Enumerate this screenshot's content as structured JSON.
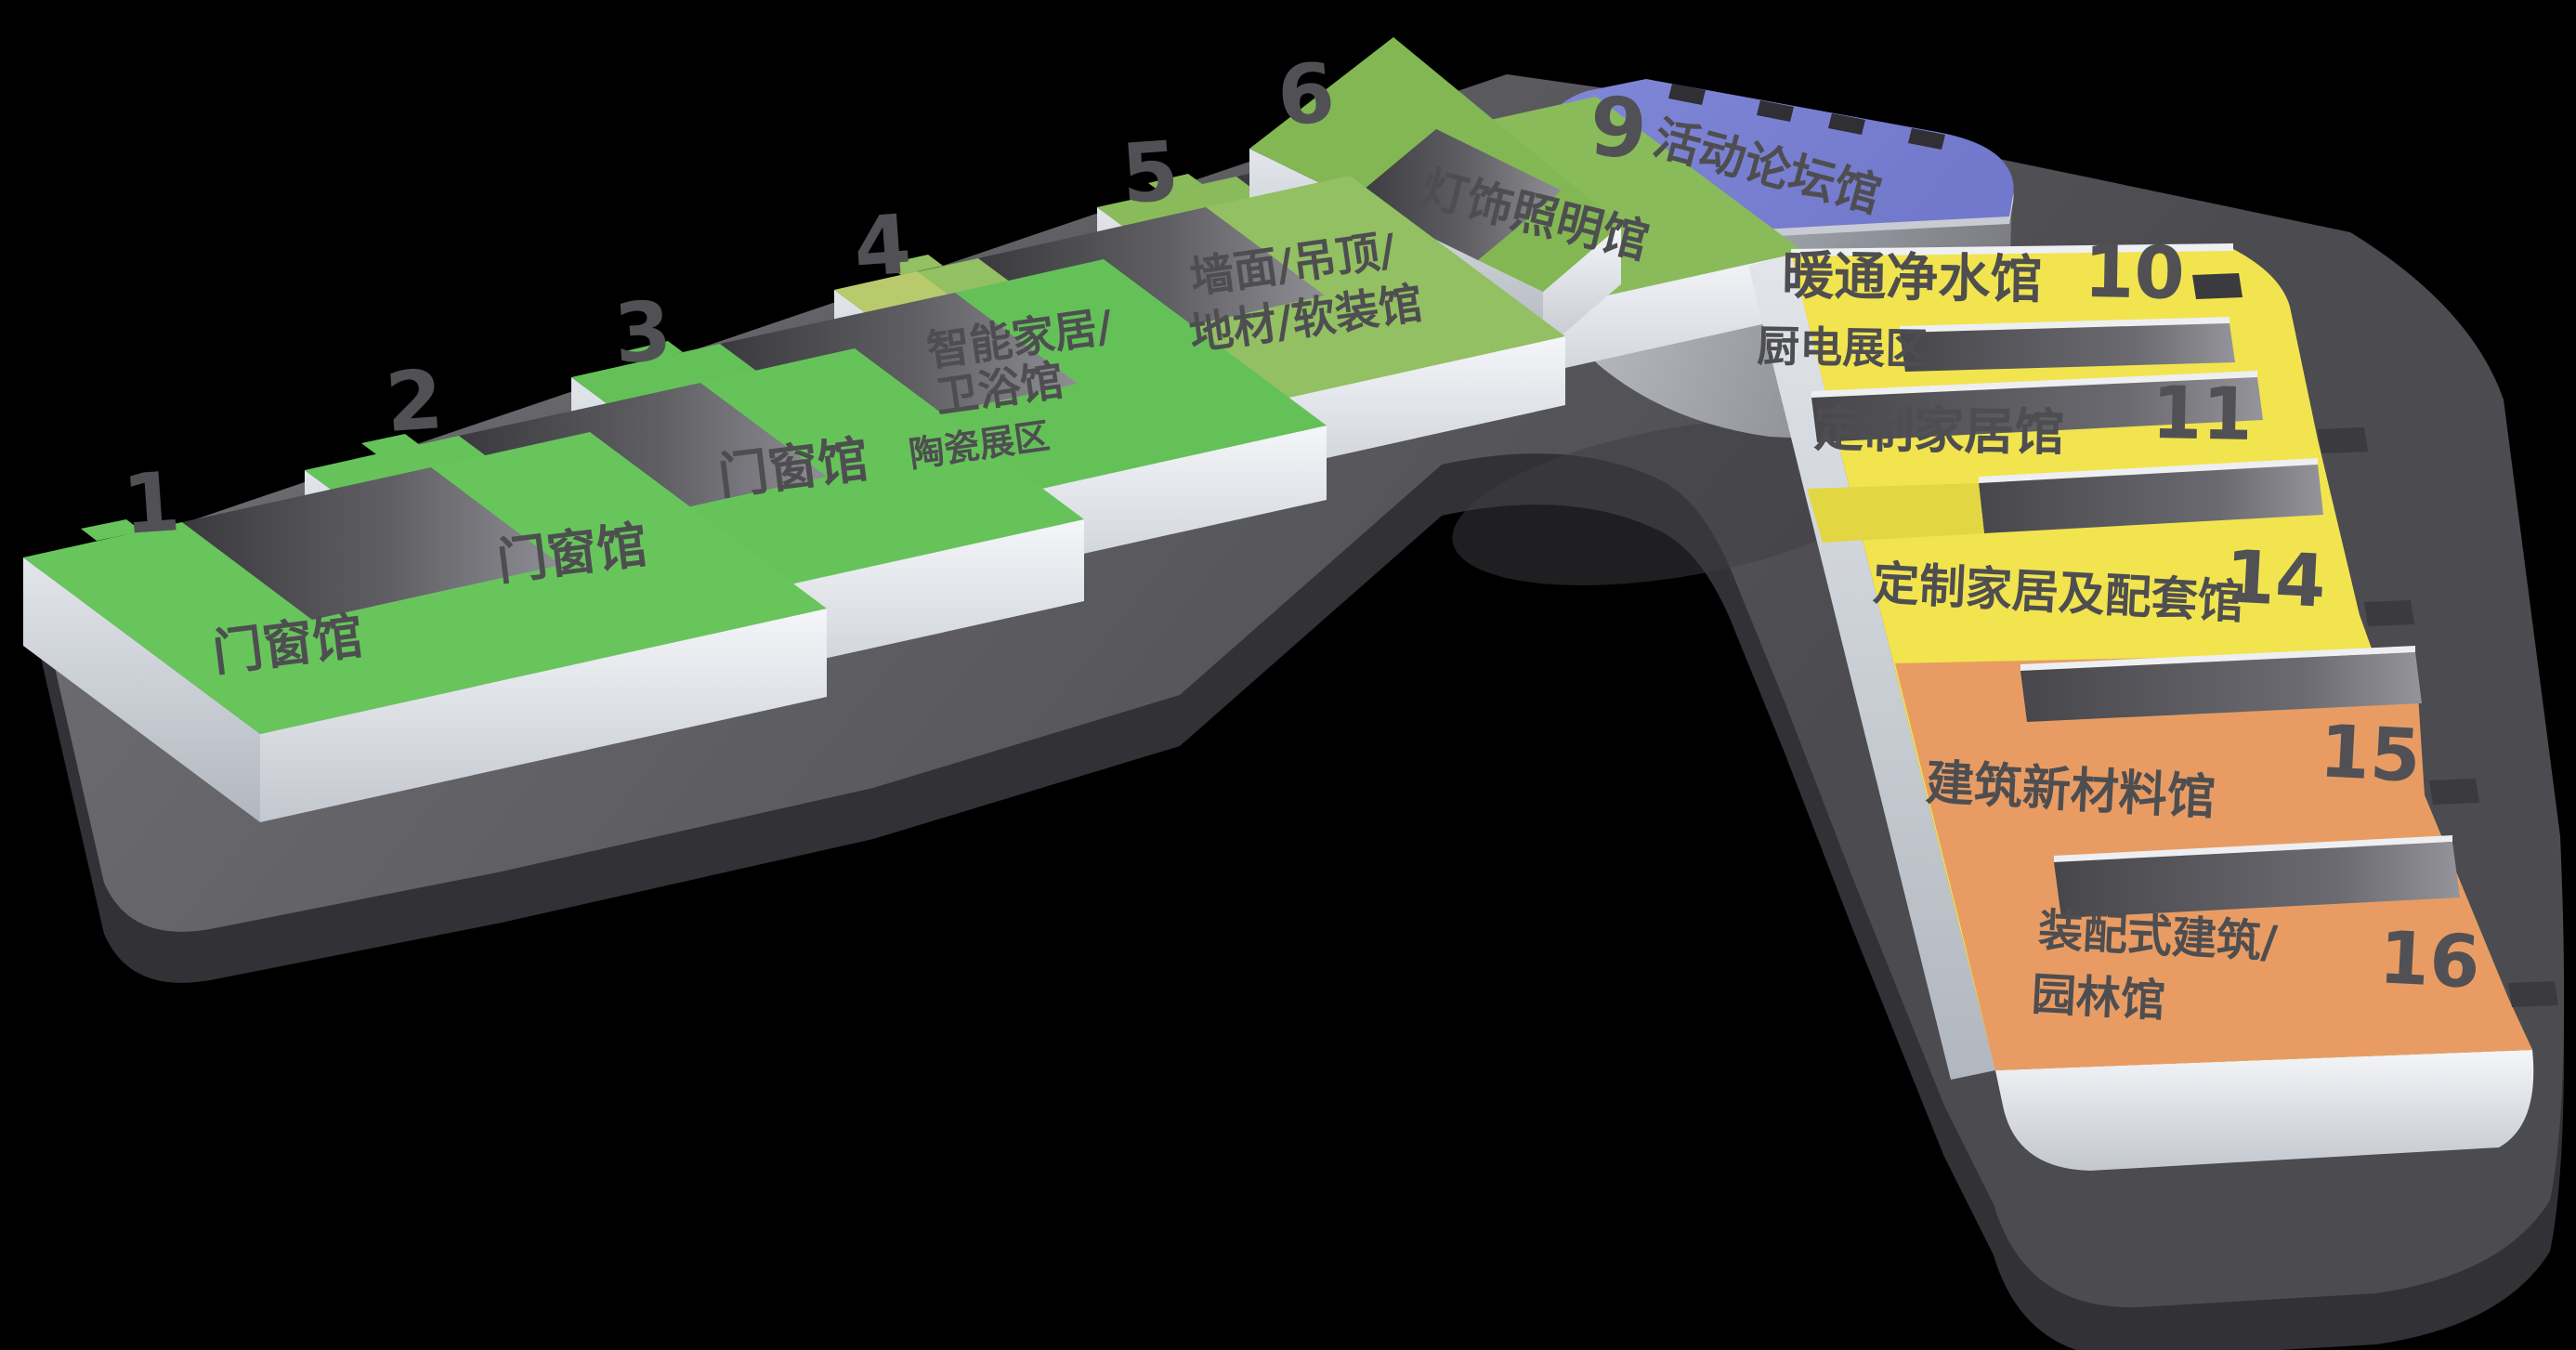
{
  "map": {
    "background_color": "#000000",
    "platform_color": "#5a5a5e",
    "text_color": "#4e4e51"
  },
  "colors": {
    "green_bright": "#68c55c",
    "green_olive": "#8ebd5e",
    "ceramic_strip": "#b9ca6d",
    "blue": "#7a80d2",
    "yellow": "#f1e44f",
    "yellow_wedge": "#e2d742",
    "orange": "#e89c63"
  },
  "halls": [
    {
      "number": "1",
      "name": "门窗馆",
      "category": "green"
    },
    {
      "number": "2",
      "name": "门窗馆",
      "category": "green"
    },
    {
      "number": "3",
      "name": "门窗馆",
      "category": "green"
    },
    {
      "number": "4",
      "name_line1": "智能家居/",
      "name_line2": "卫浴馆",
      "subzone": "陶瓷展区",
      "category": "green"
    },
    {
      "number": "5",
      "name_line1": "墙面/吊顶/",
      "name_line2": "地材/软装馆",
      "category": "green"
    },
    {
      "number": "6",
      "name": "灯饰照明馆",
      "category": "green"
    },
    {
      "number": "9",
      "name": "活动论坛馆",
      "category": "blue"
    },
    {
      "number": "10",
      "name": "暖通净水馆",
      "subzone": "厨电展区",
      "category": "yellow"
    },
    {
      "number": "11",
      "name": "定制家居馆",
      "category": "yellow"
    },
    {
      "number": "14",
      "name": "定制家居及配套馆",
      "category": "yellow"
    },
    {
      "number": "15",
      "name": "建筑新材料馆",
      "category": "orange"
    },
    {
      "number": "16",
      "name_line1": "装配式建筑/",
      "name_line2": "园林馆",
      "category": "orange"
    }
  ]
}
